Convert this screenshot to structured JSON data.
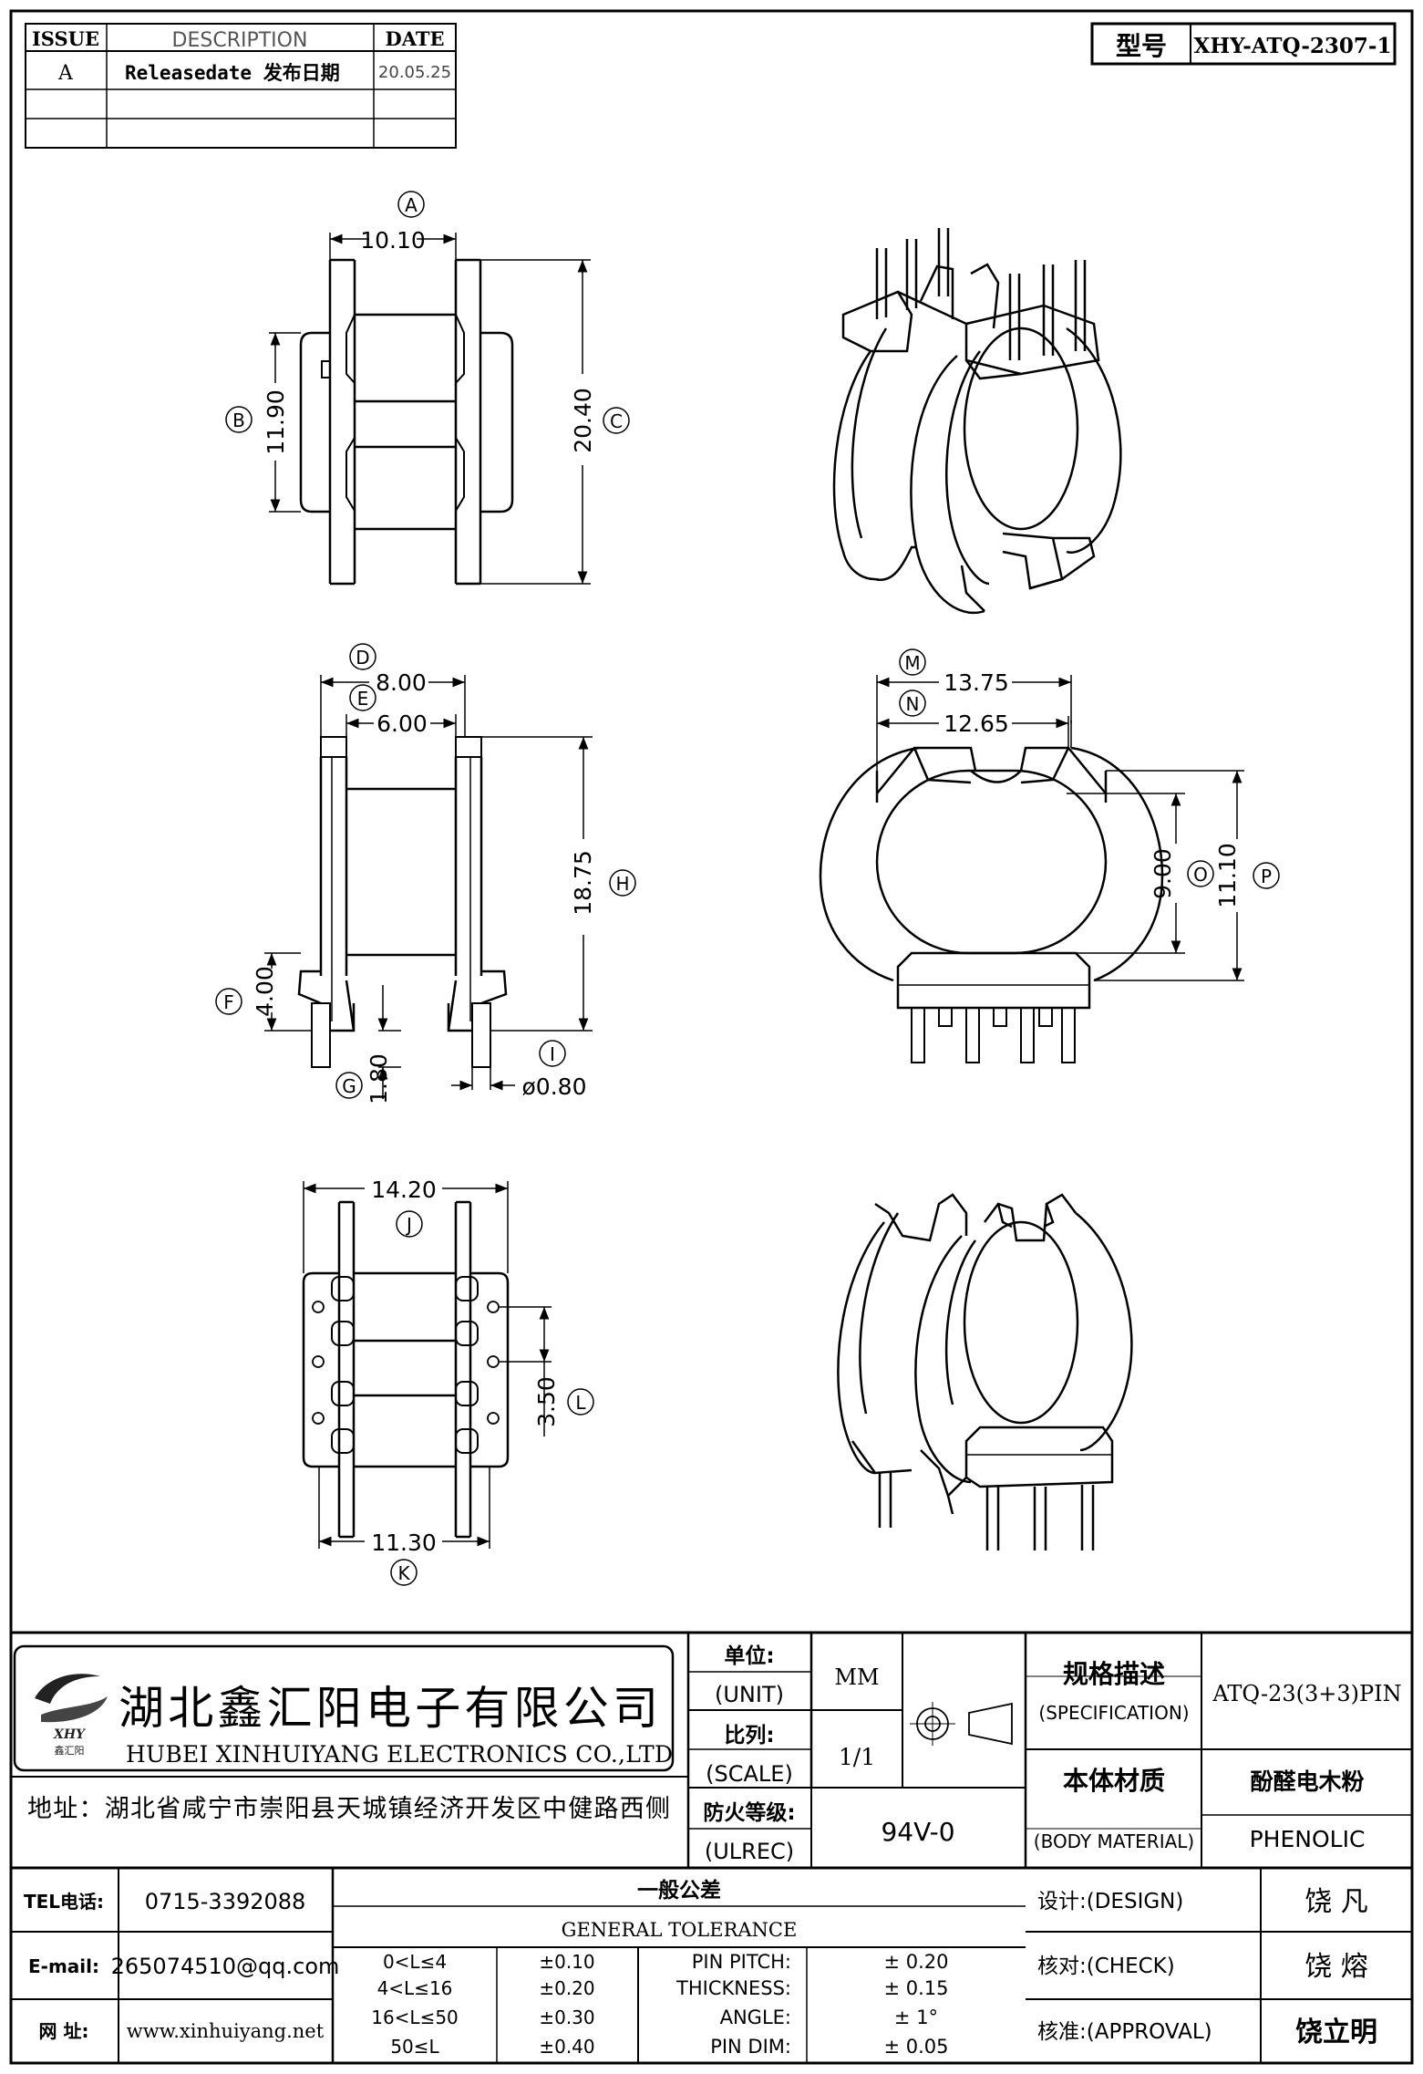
{
  "revision": {
    "headers": {
      "issue": "ISSUE",
      "description": "DESCRIPTION",
      "date": "DATE"
    },
    "rows": [
      {
        "issue": "A",
        "description": "Releasedate 发布日期",
        "date": "20.05.25"
      },
      {
        "issue": "",
        "description": "",
        "date": ""
      },
      {
        "issue": "",
        "description": "",
        "date": ""
      }
    ]
  },
  "model": {
    "label": "型号",
    "value": "XHY-ATQ-2307-1"
  },
  "dims": {
    "A": {
      "tag": "A",
      "value": "10.10"
    },
    "B": {
      "tag": "B",
      "value": "11.90"
    },
    "C": {
      "tag": "C",
      "value": "20.40"
    },
    "D": {
      "tag": "D",
      "value": "8.00"
    },
    "E": {
      "tag": "E",
      "value": "6.00"
    },
    "F": {
      "tag": "F",
      "value": "4.00"
    },
    "G": {
      "tag": "G",
      "value": "1.80"
    },
    "H": {
      "tag": "H",
      "value": "18.75"
    },
    "I": {
      "tag": "I",
      "value": "ø0.80"
    },
    "J": {
      "tag": "J",
      "value": "14.20"
    },
    "K": {
      "tag": "K",
      "value": "11.30"
    },
    "L": {
      "tag": "L",
      "value": "3.50"
    },
    "M": {
      "tag": "M",
      "value": "13.75"
    },
    "N": {
      "tag": "N",
      "value": "12.65"
    },
    "O": {
      "tag": "O",
      "value": "9.00"
    },
    "P": {
      "tag": "P",
      "value": "11.10"
    }
  },
  "company": {
    "name_cn": "湖北鑫汇阳电子有限公司",
    "name_en": "HUBEI XINHUIYANG ELECTRONICS CO.,LTD",
    "logo_text": "XHY",
    "logo_sub": "鑫汇阳",
    "address": "地址：湖北省咸宁市崇阳县天城镇经济开发区中健路西侧"
  },
  "title_block": {
    "unit_label": "单位:",
    "unit_label_en": "(UNIT)",
    "unit_value": "MM",
    "scale_label": "比列:",
    "scale_label_en": "(SCALE)",
    "scale_value": "1/1",
    "ul_label": "防火等级:",
    "ul_label_en": "(ULREC)",
    "ul_value": "94V-0",
    "spec_label": "规格描述",
    "spec_label_en": "(SPECIFICATION)",
    "spec_value": "ATQ-23(3+3)PIN",
    "material_label": "本体材质",
    "material_label_en": "(BODY MATERIAL)",
    "material_cn": "酚醛电木粉",
    "material_en": "PHENOLIC"
  },
  "contact": {
    "tel_label": "TEL电话:",
    "tel": "0715-3392088",
    "email_label": "E-mail:",
    "email": "265074510@qq.com",
    "web_label": "网  址:",
    "web": "www.xinhuiyang.net"
  },
  "tolerance": {
    "title_cn": "一般公差",
    "title_en": "GENERAL TOLERANCE",
    "ranges": [
      {
        "range": "0<L≤4",
        "tol": "±0.10"
      },
      {
        "range": "4<L≤16",
        "tol": "±0.20"
      },
      {
        "range": "16<L≤50",
        "tol": "±0.30"
      },
      {
        "range": "50≤L",
        "tol": "±0.40"
      }
    ],
    "items": [
      {
        "label": "PIN PITCH:",
        "tol": "± 0.20"
      },
      {
        "label": "THICKNESS:",
        "tol": "± 0.15"
      },
      {
        "label": "ANGLE:",
        "tol": "± 1°"
      },
      {
        "label": "PIN DIM:",
        "tol": "± 0.05"
      }
    ]
  },
  "approvals": [
    {
      "label": "设计:(DESIGN)",
      "name": "饶  凡"
    },
    {
      "label": "核对:(CHECK)",
      "name": "饶  熔"
    },
    {
      "label": "核准:(APPROVAL)",
      "name": "饶立明"
    }
  ]
}
